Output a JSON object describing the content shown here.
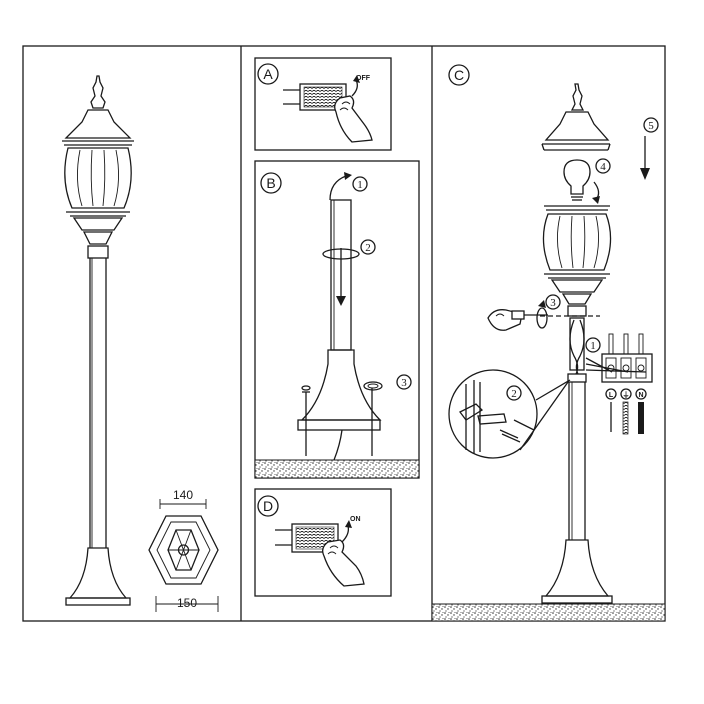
{
  "panels": {
    "A": {
      "letter": "A",
      "switch_text": "OFF"
    },
    "B": {
      "letter": "B",
      "steps": [
        "1",
        "2",
        "3"
      ]
    },
    "C": {
      "letter": "C",
      "steps": [
        "1",
        "2",
        "3",
        "4",
        "5"
      ]
    },
    "D": {
      "letter": "D",
      "switch_text": "ON"
    }
  },
  "dimensions": {
    "top_width": "140",
    "bottom_width": "150"
  },
  "terminals": [
    "L",
    "⏚",
    "N"
  ],
  "colors": {
    "line": "#1a1a1a",
    "background": "#ffffff",
    "ground": "#555555"
  }
}
